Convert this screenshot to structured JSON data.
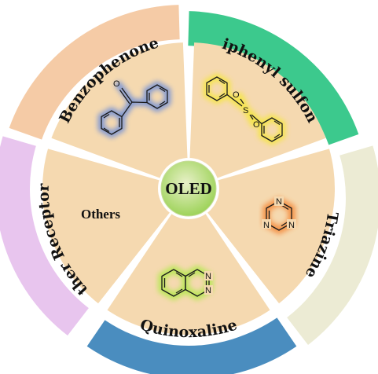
{
  "center": {
    "label": "OLED"
  },
  "segments": [
    {
      "id": "benzophenone",
      "label": "Benzophenone",
      "color": "#f5cba6"
    },
    {
      "id": "diphenyl-sulfone",
      "label": "Diphenyl sulfone",
      "color": "#3cc98d"
    },
    {
      "id": "triazine",
      "label": "Triazine",
      "color": "#ecebd4"
    },
    {
      "id": "quinoxaline",
      "label": "Quinoxaline",
      "color": "#4a8dbf"
    },
    {
      "id": "other-receptors",
      "label": "Other Receptors",
      "color": "#e8c5ee"
    }
  ],
  "inner_sectors": {
    "fill": "#f5d9b0",
    "others_label": "Others"
  },
  "molecules": {
    "benzophenone_glow": "#6f8fd8",
    "sulfone_glow": "#f5e640",
    "triazine_glow": "#f58a3a",
    "quinoxaline_glow": "#b5e84f",
    "atoms": {
      "oxygen": "O",
      "sulfur": "S",
      "nitrogen": "N"
    }
  }
}
